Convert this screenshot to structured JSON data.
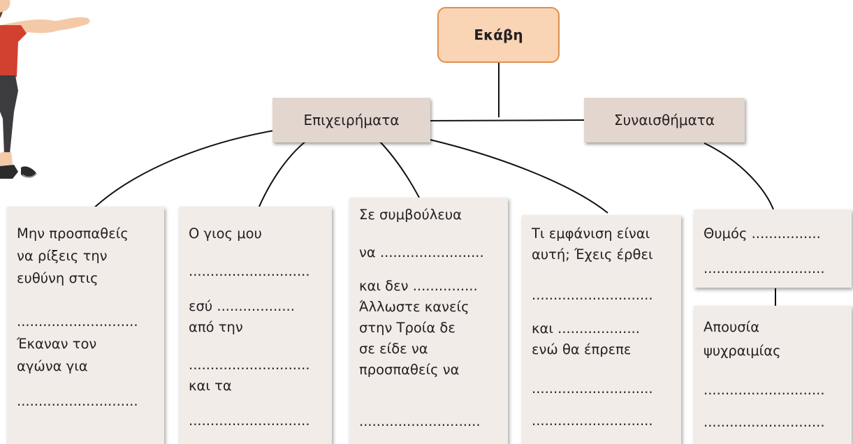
{
  "diagram": {
    "root": "Εκάβη",
    "categories": {
      "arguments": "Επιχειρήματα",
      "emotions": "Συναισθήματα"
    },
    "leaves": {
      "leaf1": [
        "Μην προσπαθείς",
        "να ρίξεις την",
        "ευθύνη στις",
        "............................",
        "Έκαναν τον",
        "αγώνα για",
        "............................"
      ],
      "leaf2": [
        "Ο γιος μου",
        "............................",
        "εσύ ..................",
        "από την",
        "............................",
        "και τα",
        "............................"
      ],
      "leaf3": [
        "Σε συμβούλευα",
        "να ........................",
        "και δεν ...............",
        "Άλλωστε κανείς",
        "στην Τροία δε",
        "σε είδε να",
        "προσπαθείς να",
        "............................"
      ],
      "leaf4": [
        "Τι εμφάνιση είναι",
        "αυτή; Έχεις έρθει",
        "............................",
        "και ...................",
        "ενώ θα έπρεπε",
        "............................",
        "............................"
      ],
      "leaf5": [
        "Θυμός ................",
        "............................"
      ],
      "leaf6": [
        "Απουσία",
        "ψυχραιμίας",
        "............................",
        "............................"
      ]
    }
  },
  "colors": {
    "root_fill": "#f9d4b5",
    "root_border": "#e0904c",
    "category_fill": "#e3d6cf",
    "leaf_fill": "#f2ece9"
  }
}
